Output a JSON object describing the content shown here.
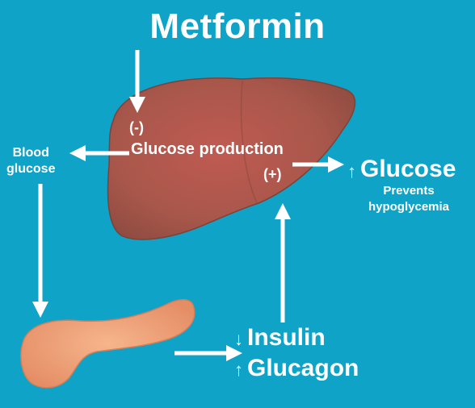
{
  "title": "Metformin",
  "liver": {
    "inhibit_sign": "(-)",
    "process_label": "Glucose production",
    "stimulate_sign": "(+)"
  },
  "blood_glucose": {
    "line1": "Blood",
    "line2": "glucose"
  },
  "output": {
    "glucose_label": "Glucose",
    "glucose_direction": "up",
    "note_line1": "Prevents",
    "note_line2": "hypoglycemia"
  },
  "pancreas_output": {
    "insulin_label": "Insulin",
    "insulin_direction": "down",
    "glucagon_label": "Glucagon",
    "glucagon_direction": "up"
  },
  "colors": {
    "background": "#0fa3c7",
    "liver": "#a8584c",
    "pancreas": "#f0a57c",
    "text": "#ffffff"
  }
}
